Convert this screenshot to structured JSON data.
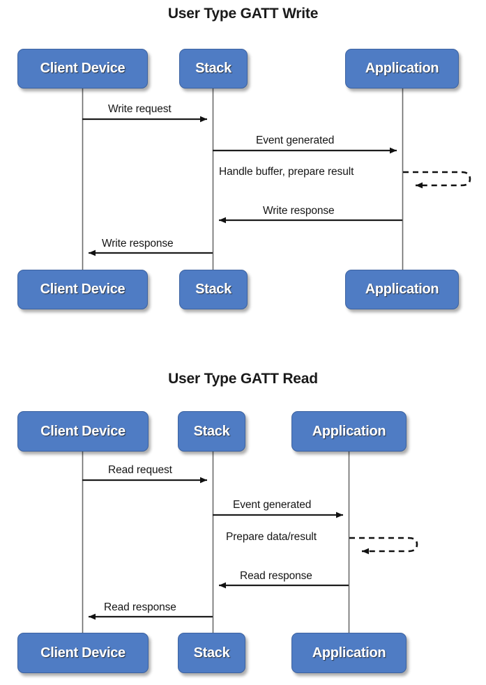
{
  "diagrams": [
    {
      "id": "gatt-write",
      "title": "User Type GATT Write",
      "actors": [
        {
          "name": "client-device",
          "label": "Client Device"
        },
        {
          "name": "stack",
          "label": "Stack"
        },
        {
          "name": "application",
          "label": "Application"
        }
      ],
      "messages": [
        {
          "label": "Write request",
          "from": "client-device",
          "to": "stack",
          "style": "solid",
          "direction": "right"
        },
        {
          "label": "Event generated",
          "from": "stack",
          "to": "application",
          "style": "solid",
          "direction": "right"
        },
        {
          "label": "Handle buffer, prepare result",
          "from": "application",
          "to": "application",
          "style": "dashed",
          "direction": "self"
        },
        {
          "label": "Write response",
          "from": "application",
          "to": "stack",
          "style": "solid",
          "direction": "left"
        },
        {
          "label": "Write response",
          "from": "stack",
          "to": "client-device",
          "style": "solid",
          "direction": "left"
        }
      ]
    },
    {
      "id": "gatt-read",
      "title": "User Type GATT Read",
      "actors": [
        {
          "name": "client-device",
          "label": "Client Device"
        },
        {
          "name": "stack",
          "label": "Stack"
        },
        {
          "name": "application",
          "label": "Application"
        }
      ],
      "messages": [
        {
          "label": "Read request",
          "from": "client-device",
          "to": "stack",
          "style": "solid",
          "direction": "right"
        },
        {
          "label": "Event generated",
          "from": "stack",
          "to": "application",
          "style": "solid",
          "direction": "right"
        },
        {
          "label": "Prepare data/result",
          "from": "application",
          "to": "application",
          "style": "dashed",
          "direction": "self"
        },
        {
          "label": "Read response",
          "from": "application",
          "to": "stack",
          "style": "solid",
          "direction": "left"
        },
        {
          "label": "Read response",
          "from": "stack",
          "to": "client-device",
          "style": "solid",
          "direction": "left"
        }
      ]
    }
  ],
  "colors": {
    "actor_fill": "#4f7cc4",
    "actor_border": "#3c62a0",
    "actor_text": "#ffffff",
    "line": "#3a3a3a",
    "arrow": "#111111",
    "background": "#ffffff",
    "title_text": "#1a1a1a"
  }
}
